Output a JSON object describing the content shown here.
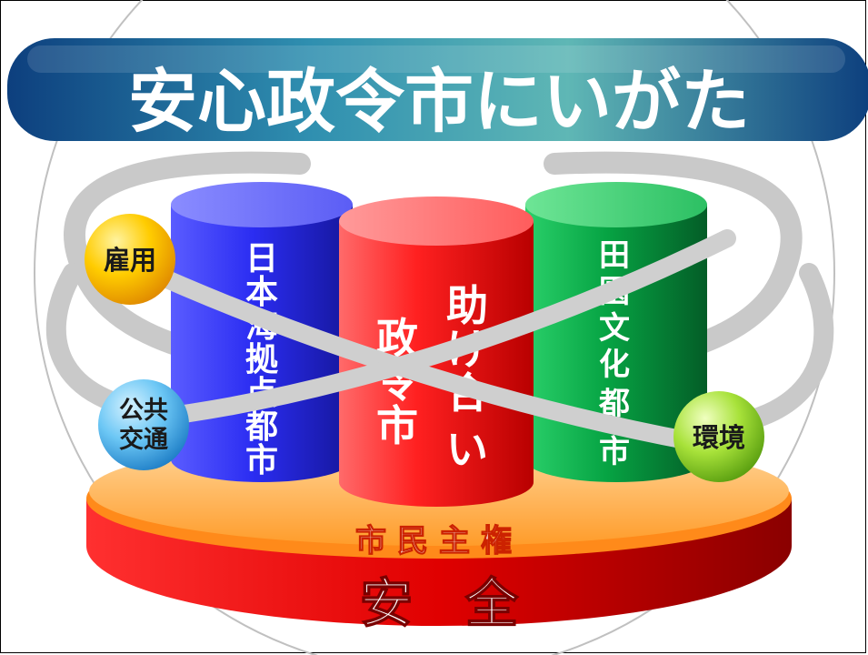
{
  "title": "安心政令市にいがた",
  "pillars": {
    "left": [
      "日",
      "本",
      "海",
      "拠",
      "点",
      "都",
      "市"
    ],
    "center_col1": [
      "政",
      "令",
      "市"
    ],
    "center_col2": [
      "助",
      "け",
      "合",
      "い"
    ],
    "right": [
      "田",
      "園",
      "文",
      "化",
      "都",
      "市"
    ]
  },
  "spheres": {
    "employment": "雇用",
    "transit_line1": "公共",
    "transit_line2": "交通",
    "environment": "環境"
  },
  "base": {
    "upper_label": "市民主権",
    "lower_label": "安　全"
  },
  "colors": {
    "title_gradient": [
      "#0d3f7e",
      "#2f8fb0",
      "#5fb7b5",
      "#0d3f7e"
    ],
    "pillar_left": "#3b3dff",
    "pillar_center": "#ff2a2a",
    "pillar_right": "#0aa64a",
    "base_upper": "#ffb55a",
    "base_lower": "#e00000"
  }
}
